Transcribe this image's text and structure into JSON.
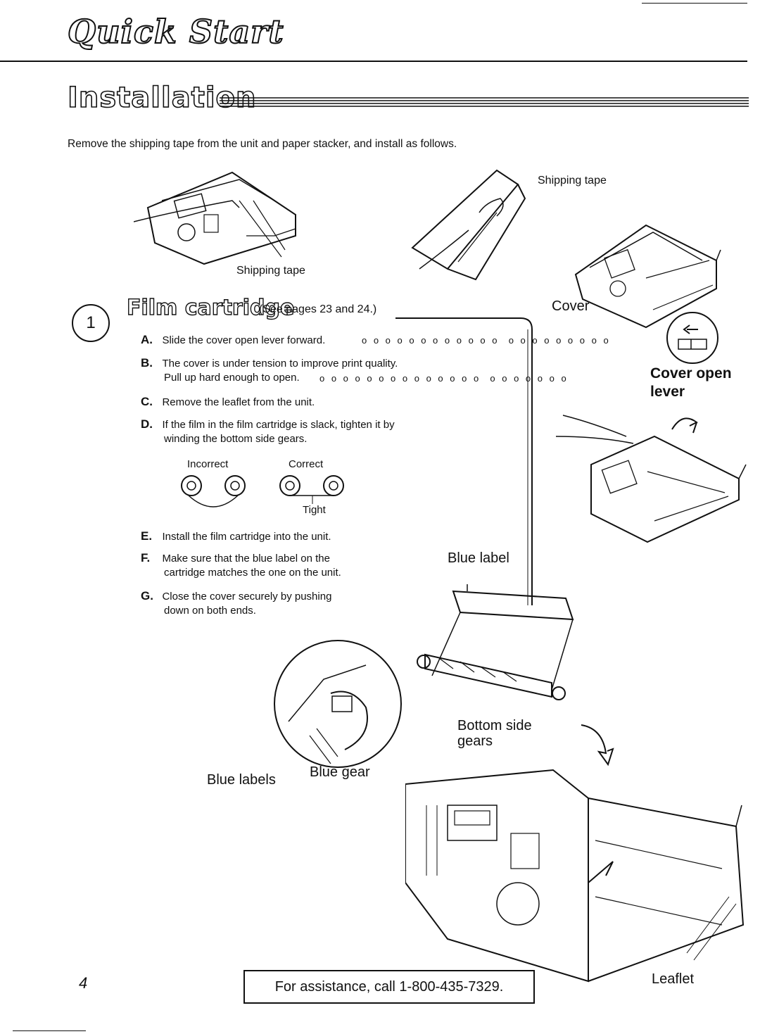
{
  "header": {
    "title": "Quick Start"
  },
  "section": {
    "title": "Installation",
    "intro": "Remove the shipping tape from the unit and paper stacker, and install as follows."
  },
  "figure_labels": {
    "shipping_tape_top": "Shipping tape",
    "shipping_tape_left": "Shipping tape",
    "cover": "Cover",
    "cover_open_lever": "Cover open lever",
    "incorrect": "Incorrect",
    "correct": "Correct",
    "tight": "Tight",
    "blue_label": "Blue label",
    "bottom_side_gears": "Bottom side gears",
    "blue_labels": "Blue labels",
    "blue_gear": "Blue gear",
    "leaflet": "Leaflet"
  },
  "step1": {
    "number": "1",
    "title": "Film cartridge",
    "subtitle": "(See pages 23 and 24.)",
    "items": [
      {
        "letter": "A.",
        "text": "Slide the cover open lever forward."
      },
      {
        "letter": "B.",
        "text": "The cover is under tension to improve print quality.",
        "text2": "Pull up hard enough to open."
      },
      {
        "letter": "C.",
        "text": "Remove the leaflet from the unit."
      },
      {
        "letter": "D.",
        "text": "If the film in the film cartridge is slack, tighten it by",
        "text2": "winding the bottom side gears."
      },
      {
        "letter": "E.",
        "text": "Install the film cartridge into the unit."
      },
      {
        "letter": "F.",
        "text": "Make sure that the blue label on the",
        "text2": "cartridge matches the one on the unit."
      },
      {
        "letter": "G.",
        "text": "Close the cover securely by pushing",
        "text2": "down on both ends."
      }
    ]
  },
  "footer": {
    "page_number": "4",
    "assistance": "For assistance, call 1-800-435-7329."
  }
}
